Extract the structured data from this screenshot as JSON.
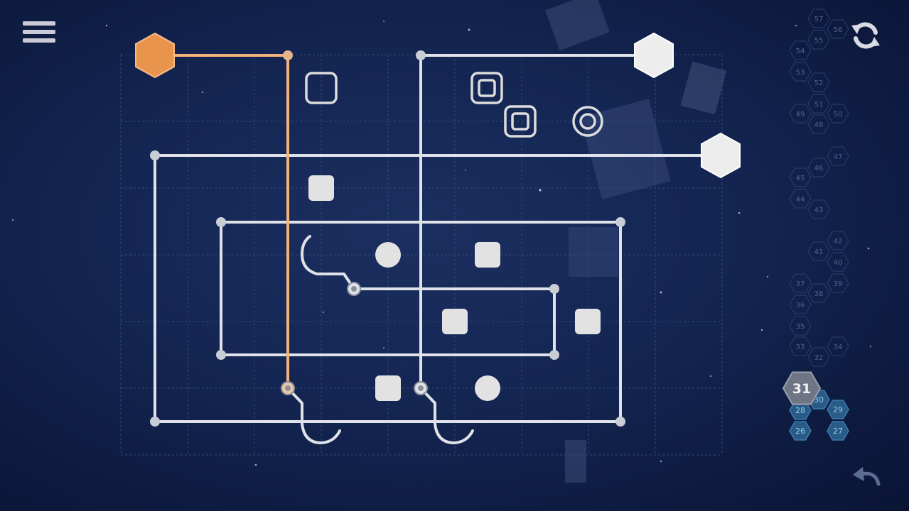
{
  "hud": {
    "menu_icon": "hamburger-menu-icon",
    "restart_icon": "refresh-icon",
    "undo_icon": "undo-icon"
  },
  "colors": {
    "background": "#142552",
    "wire": "#dfe2e8",
    "active_wire": "#f2b27a",
    "active_node": "#e8944c",
    "node": "#ededed"
  },
  "level_map": {
    "current_level": "31",
    "completed_levels": [
      "26",
      "27",
      "28",
      "29",
      "30"
    ],
    "upcoming_levels": [
      "32",
      "33",
      "34",
      "35",
      "36",
      "37",
      "38",
      "39",
      "40",
      "41",
      "42",
      "43",
      "44",
      "45",
      "46",
      "47",
      "48",
      "49",
      "50",
      "51",
      "52",
      "53",
      "54",
      "55",
      "56",
      "57"
    ]
  }
}
